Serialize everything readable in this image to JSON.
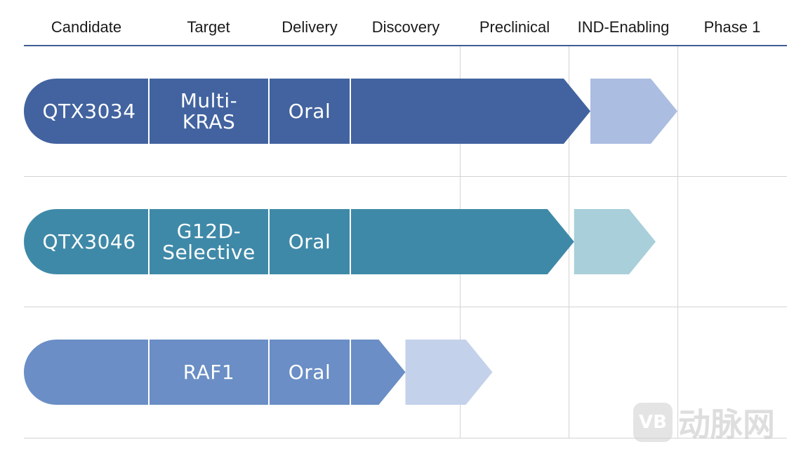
{
  "chart_data": {
    "type": "table",
    "columns": [
      "Candidate",
      "Target",
      "Delivery",
      "Discovery",
      "Preclinical",
      "IND-Enabling",
      "Phase 1"
    ],
    "rows": [
      {
        "candidate": "QTX3034",
        "target": [
          "Multi-",
          "KRAS"
        ],
        "delivery": "Oral",
        "progress_stage_end": 2.2,
        "forecast_stage_end": 3.0,
        "color": "#42639f",
        "forecast_color": "#abbde0"
      },
      {
        "candidate": "QTX3046",
        "target": [
          "G12D-",
          "Selective"
        ],
        "delivery": "Oral",
        "progress_stage_end": 2.05,
        "forecast_stage_end": 2.8,
        "color": "#3f89a8",
        "forecast_color": "#a8cfda"
      },
      {
        "candidate": "",
        "target": [
          "RAF1"
        ],
        "delivery": "Oral",
        "progress_stage_end": 0.5,
        "forecast_stage_end": 1.3,
        "color": "#6a8ec5",
        "forecast_color": "#c3d2ea"
      }
    ]
  },
  "watermark": {
    "logo": "VB",
    "text": "动脉网"
  }
}
